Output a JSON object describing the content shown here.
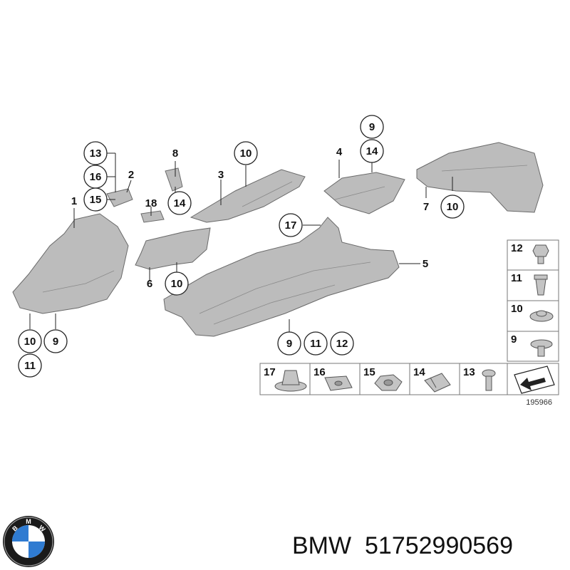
{
  "diagram": {
    "figure_number": "195966",
    "callouts": {
      "c1": "1",
      "c2": "2",
      "c3": "3",
      "c4": "4",
      "c5": "5",
      "c6": "6",
      "c7": "7",
      "c8": "8",
      "c9a": "9",
      "c9b": "9",
      "c9c": "9",
      "c10a": "10",
      "c10b": "10",
      "c10c": "10",
      "c10d": "10",
      "c11a": "11",
      "c11b": "11",
      "c12": "12",
      "c13": "13",
      "c14a": "14",
      "c14b": "14",
      "c15": "15",
      "c16": "16",
      "c17": "17",
      "c18": "18"
    },
    "hardware_column": [
      "12",
      "11",
      "10",
      "9"
    ],
    "hardware_row": [
      "17",
      "16",
      "15",
      "14",
      "13"
    ]
  },
  "brand": {
    "logo_letters": [
      "B",
      "M",
      "W"
    ],
    "name": "BMW",
    "part_number": "51752990569"
  },
  "colors": {
    "part_fill": "#bdbdbd",
    "part_stroke": "#6a6a6a",
    "bmw_blue": "#2f7bd1"
  }
}
